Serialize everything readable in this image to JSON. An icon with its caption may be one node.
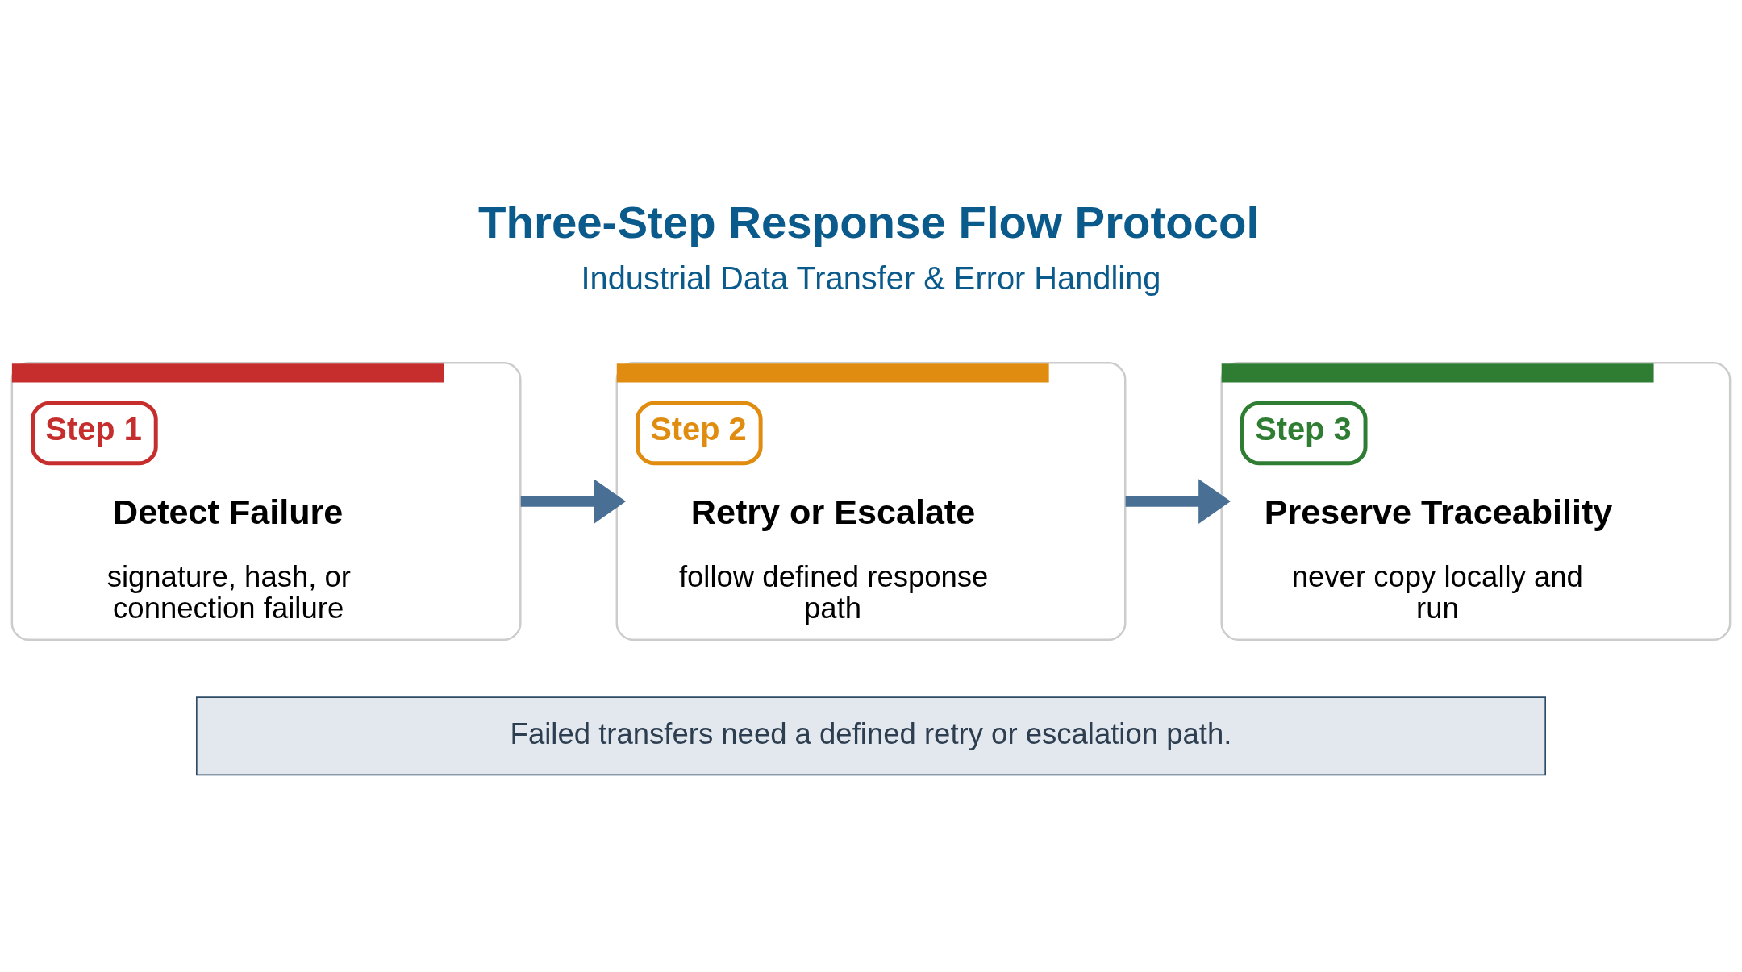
{
  "diagram": {
    "title": "Three-Step Response Flow Protocol",
    "nodes": [
      {
        "text": [
          "Step 1",
          "Detect Failure",
          "signature, hash, or connection failure"
        ]
      },
      {
        "text": [
          "Step 2",
          "Retry or Escalate",
          "follow defined response path"
        ]
      },
      {
        "text": [
          "Step 3",
          "Preserve Traceability",
          "never copy locally and run"
        ]
      },
      {
        "text": [
          "Failed transfers need a defined retry or escalation path."
        ]
      }
    ],
    "edges": [
      {
        "from": 0,
        "to": 1,
        "arrow": "to"
      },
      {
        "from": 1,
        "to": 2,
        "arrow": "to"
      }
    ],
    "labels": [
      "Industrial Data Transfer & Error Handling"
    ]
  }
}
